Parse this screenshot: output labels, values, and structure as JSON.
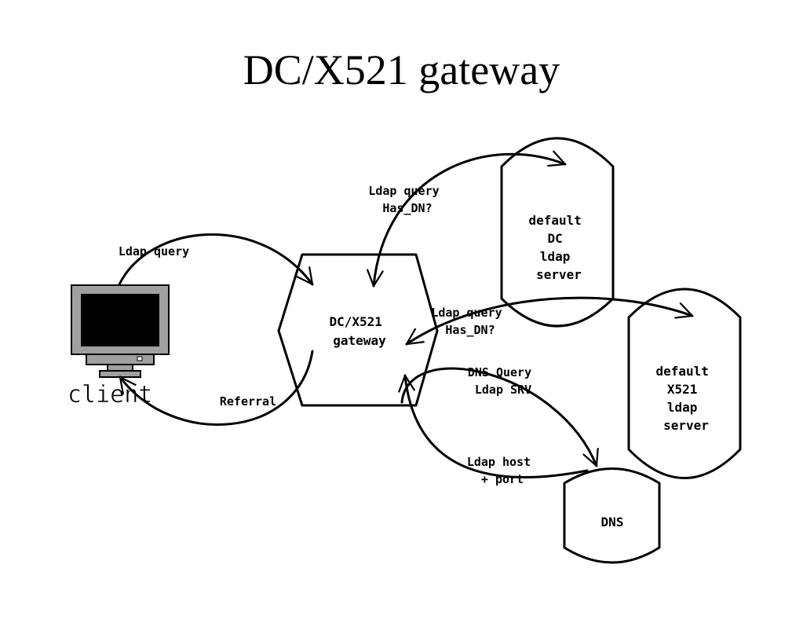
{
  "title": "DC/X521 gateway",
  "nodes": {
    "client": {
      "label": "client"
    },
    "gateway": {
      "lines": [
        "DC/X521",
        "gateway"
      ]
    },
    "dc_server": {
      "lines": [
        "default",
        "DC",
        "ldap",
        "server"
      ]
    },
    "x521_server": {
      "lines": [
        "default",
        "X521",
        "ldap",
        "server"
      ]
    },
    "dns": {
      "label": "DNS"
    }
  },
  "edges": {
    "client_to_gateway": {
      "label": "Ldap query"
    },
    "gateway_to_client": {
      "label": "Referral"
    },
    "gateway_dc": {
      "lines": [
        "Ldap query",
        "Has_DN?"
      ]
    },
    "gateway_x521": {
      "lines": [
        "Ldap query",
        "Has_DN?"
      ]
    },
    "gateway_to_dns": {
      "lines": [
        "DNS Query",
        "Ldap SRV"
      ]
    },
    "dns_to_gateway": {
      "lines": [
        "Ldap host",
        "+ port"
      ]
    }
  },
  "colors": {
    "line": "#000000",
    "monitor_frame": "#a0a0a0",
    "screen": "#000000",
    "background": "#ffffff"
  }
}
